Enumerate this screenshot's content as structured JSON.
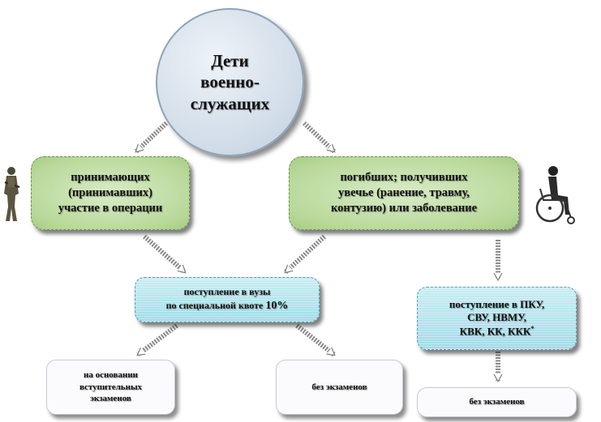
{
  "diagram": {
    "root": {
      "lines": [
        "Дети",
        "военно-",
        "служащих"
      ]
    },
    "branch_left": {
      "lines": [
        "принимающих",
        "(принимавших)",
        "участие в операции"
      ]
    },
    "branch_right": {
      "lines": [
        "погибших; получивших",
        "увечье (ранение, травму,",
        "контузию) или заболевание"
      ]
    },
    "quota_box": {
      "line1": "поступление в вузы",
      "line2": "по специальной квоте",
      "quota_value": "10%"
    },
    "military_box": {
      "line1": "поступление в ПКУ,",
      "line2": "СВУ, НВМУ,",
      "line3": "КВК, КК, ККК",
      "footnote_mark": "*"
    },
    "exam_box": {
      "lines": [
        "на основании",
        "вступительных",
        "экзаменов"
      ]
    },
    "no_exam_box": {
      "label": "без экзаменов"
    },
    "no_exam_box_right": {
      "label": "без экзаменов"
    }
  },
  "icons": {
    "left": "soldier-icon",
    "right": "wheelchair-person-icon"
  },
  "colors": {
    "circle_fill": "#cfdbe7",
    "green_fill": "#b9d99b",
    "cyan_fill": "#9fdbe8",
    "white_fill": "#fbfbfd",
    "arrow_stroke": "#8a8a8a"
  }
}
